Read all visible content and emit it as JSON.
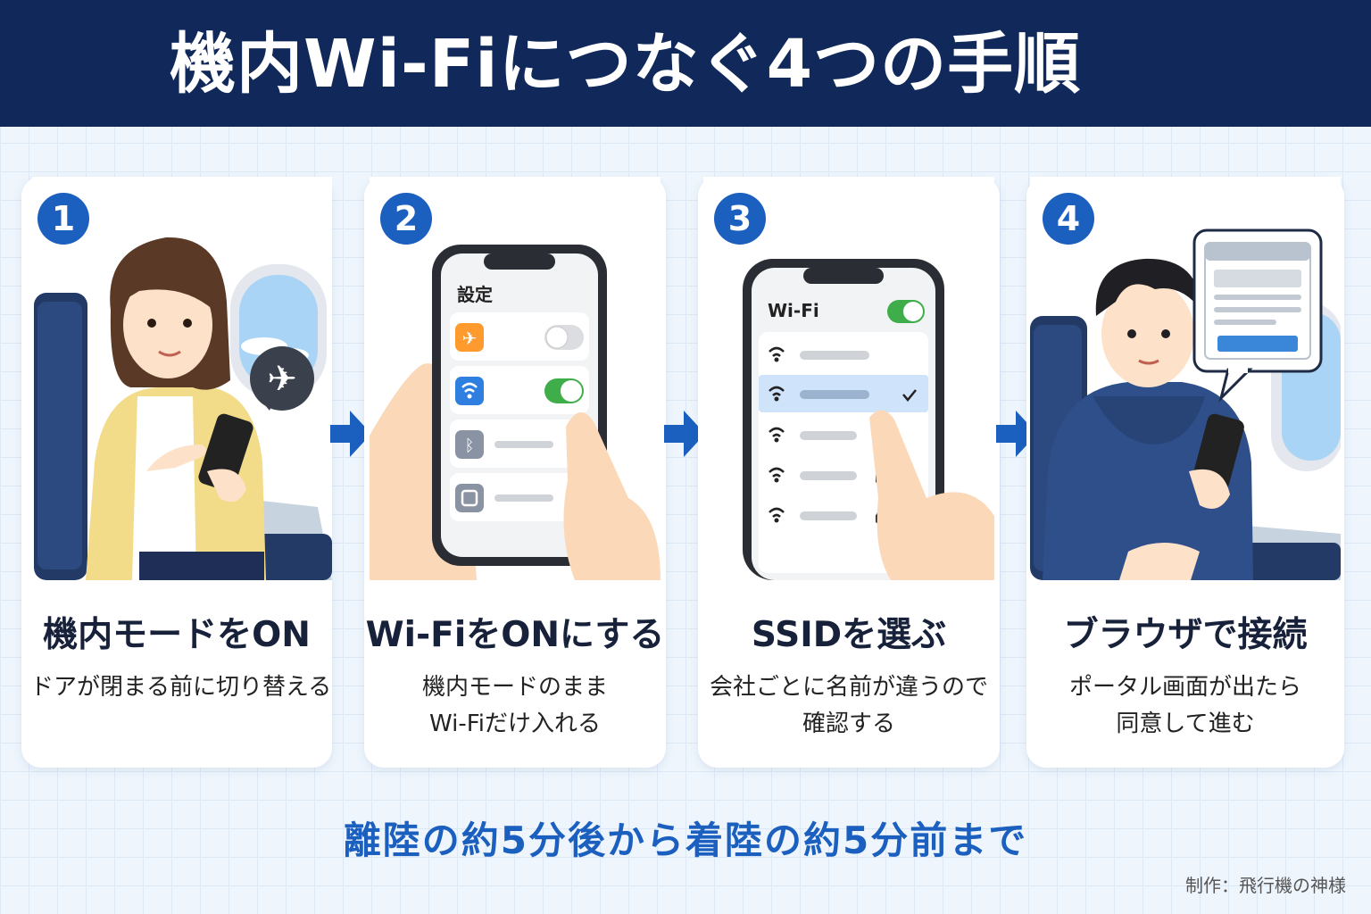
{
  "title": "機内Wi-Fiにつなぐ4つの手順",
  "steps": [
    {
      "number": "1",
      "title": "機内モードをON",
      "desc": [
        "ドアが閉まる前に切り替える"
      ],
      "icon": "airplane-icon"
    },
    {
      "number": "2",
      "title": "Wi-FiをONにする",
      "desc": [
        "機内モードのまま",
        "Wi-Fiだけ入れる"
      ],
      "screen": {
        "header": "設定",
        "rows": [
          {
            "icon": "airplane-icon",
            "toggle": "off"
          },
          {
            "icon": "wifi-icon",
            "toggle": "on"
          },
          {
            "icon": "bluetooth-icon"
          },
          {
            "icon": "app-icon",
            "chevron": true
          }
        ]
      }
    },
    {
      "number": "3",
      "title": "SSIDを選ぶ",
      "desc": [
        "会社ごとに名前が違うので",
        "確認する"
      ],
      "screen": {
        "header": "Wi-Fi",
        "toggle": "on",
        "networks": [
          {
            "selected": false,
            "locked": false
          },
          {
            "selected": true,
            "locked": false
          },
          {
            "selected": false,
            "locked": false
          },
          {
            "selected": false,
            "locked": true
          },
          {
            "selected": false,
            "locked": true
          }
        ]
      }
    },
    {
      "number": "4",
      "title": "ブラウザで接続",
      "desc": [
        "ポータル画面が出たら",
        "同意して進む"
      ],
      "icon": "browser-portal-icon"
    }
  ],
  "footer": "離陸の約5分後から着陸の約5分前まで",
  "credit": "制作：飛行機の神様",
  "colors": {
    "header": "#11295a",
    "accent": "#1b5fbf",
    "toggle_on": "#3fae4a",
    "airplane_badge": "#ff9a2e",
    "background": "#eef5fc"
  }
}
